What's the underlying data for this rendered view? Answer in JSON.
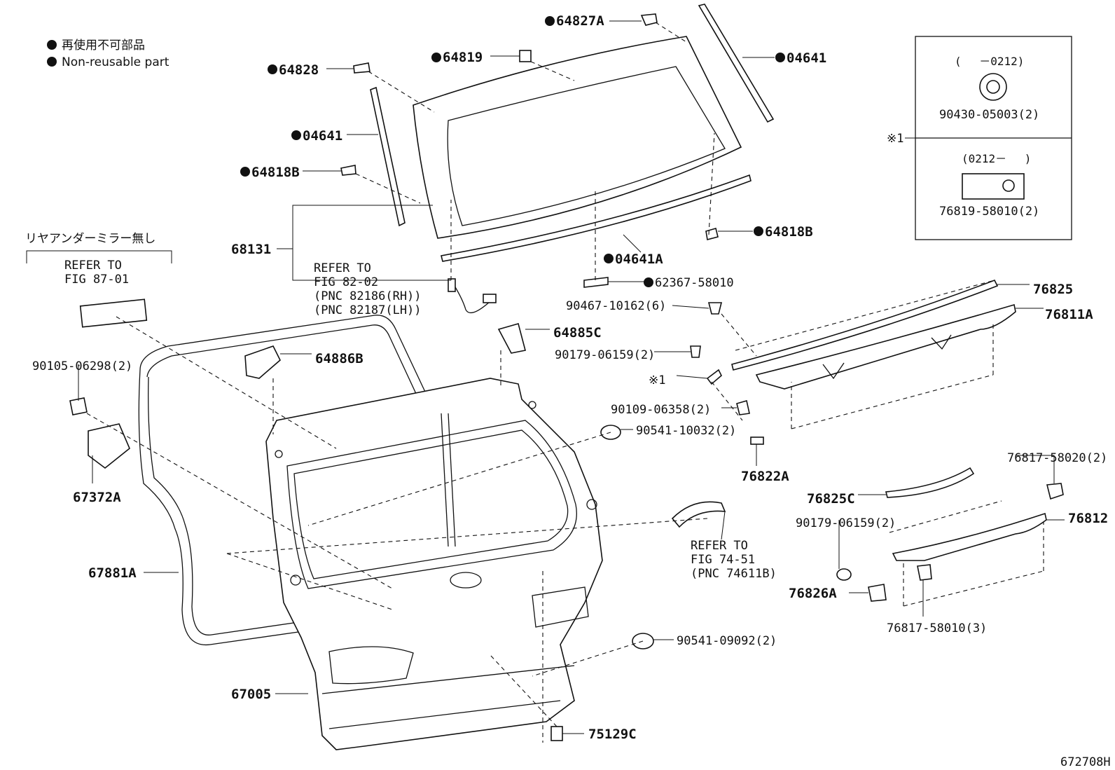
{
  "legend": {
    "jp": "再使用不可部品",
    "en": "Non-reusable part"
  },
  "figure_id": "672708H",
  "inset": {
    "marker": "※1",
    "top_range": "(　 －0212)",
    "top_part": "90430-05003(2)",
    "bottom_range": "(0212－　 )",
    "bottom_part": "76819-58010(2)"
  },
  "rear_under_mirror": {
    "title": "リヤアンダーミラー無し",
    "line1": "REFER TO",
    "line2": "FIG 87-01"
  },
  "refer_82": {
    "line1": "REFER TO",
    "line2": "FIG 82-02",
    "line3": "(PNC 82186(RH))",
    "line4": "(PNC 82187(LH))"
  },
  "refer_74": {
    "line1": "REFER TO",
    "line2": "FIG 74-51",
    "line3": "(PNC 74611B)"
  },
  "parts": {
    "p64827A": "64827A",
    "p04641_right": "04641",
    "p64819": "64819",
    "p64828": "64828",
    "p04641_left": "04641",
    "p64818B_left": "64818B",
    "p68131": "68131",
    "p64818B_right": "64818B",
    "p04641A": "04641A",
    "p62367": "62367-58010",
    "p90467": "90467-10162(6)",
    "p76825": "76825",
    "p76811A": "76811A",
    "p64885C": "64885C",
    "p64886B": "64886B",
    "p90179_top": "90179-06159(2)",
    "p_ref1": "※1",
    "p90109": "90109-06358(2)",
    "p90541_10032": "90541-10032(2)",
    "p76822A": "76822A",
    "p90105": "90105-06298(2)",
    "p67372A": "67372A",
    "p76817_58020": "76817-58020(2)",
    "p76825C": "76825C",
    "p76812": "76812",
    "p90179_bottom": "90179-06159(2)",
    "p76826A": "76826A",
    "p76817_58010": "76817-58010(3)",
    "p67881A": "67881A",
    "p90541_09092": "90541-09092(2)",
    "p67005": "67005",
    "p75129C": "75129C"
  }
}
